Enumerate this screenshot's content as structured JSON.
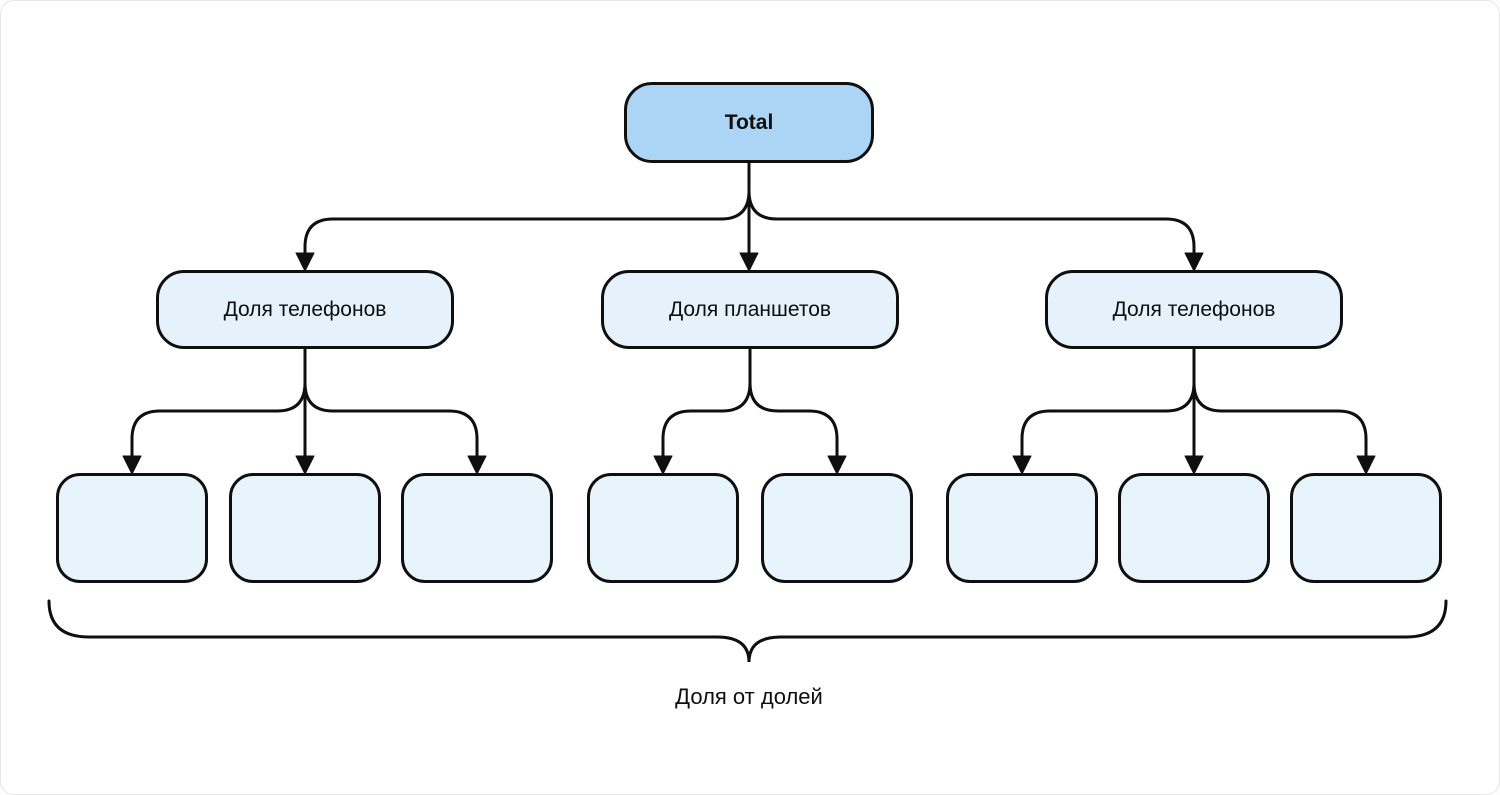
{
  "diagram": {
    "root": {
      "label": "Total"
    },
    "level2": [
      {
        "label": "Доля телефонов",
        "children": 3
      },
      {
        "label": "Доля планшетов",
        "children": 2
      },
      {
        "label": "Доля телефонов",
        "children": 3
      }
    ],
    "leaf_count": 8,
    "caption": "Доля от долей",
    "colors": {
      "root_fill": "#abd4f5",
      "node_fill": "#e6f2fb",
      "leaf_fill": "#e8f4fc",
      "stroke": "#0f0f0f",
      "canvas_background": "#ffffff",
      "canvas_border": "#e7e7e7"
    }
  }
}
